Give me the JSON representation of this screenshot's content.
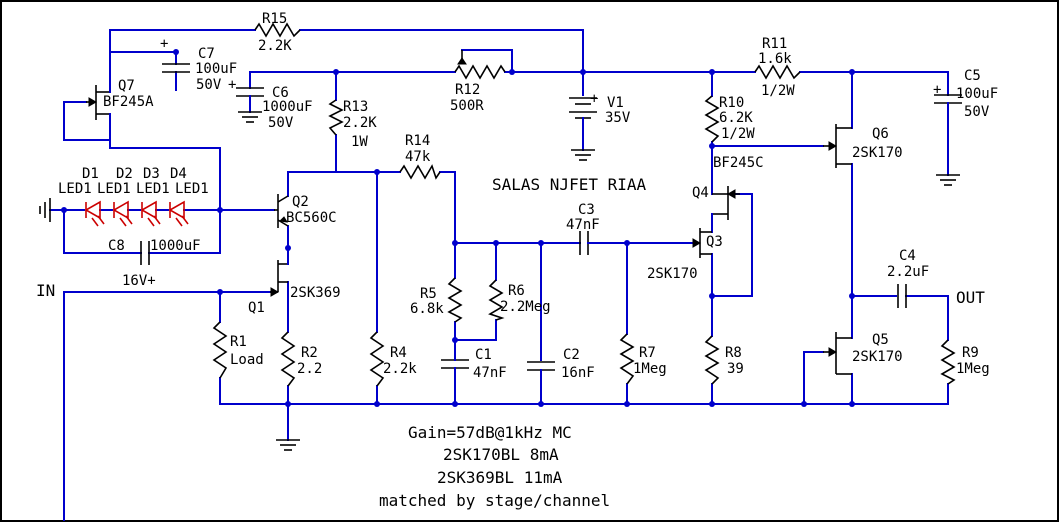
{
  "title": "SALAS NJFET RIAA",
  "ports": {
    "in": "IN",
    "out": "OUT"
  },
  "components": {
    "R15": {
      "ref": "R15",
      "value": "2.2K"
    },
    "C7": {
      "ref": "C7",
      "value": "100uF",
      "rating": "50V"
    },
    "Q7": {
      "ref": "Q7",
      "part": "BF245A"
    },
    "C6": {
      "ref": "C6",
      "value": "1000uF",
      "rating": "50V"
    },
    "R13": {
      "ref": "R13",
      "value": "2.2K",
      "rating": "1W"
    },
    "R12": {
      "ref": "R12",
      "value": "500R"
    },
    "V1": {
      "ref": "V1",
      "value": "35V"
    },
    "R11": {
      "ref": "R11",
      "value": "1.6k",
      "rating": "1/2W"
    },
    "C5": {
      "ref": "C5",
      "value": "100uF",
      "rating": "50V"
    },
    "R10": {
      "ref": "R10",
      "value": "6.2K",
      "rating": "1/2W"
    },
    "Q4": {
      "ref": "Q4",
      "part": "BF245C"
    },
    "Q6": {
      "ref": "Q6",
      "part": "2SK170"
    },
    "R14": {
      "ref": "R14",
      "value": "47k"
    },
    "D1": {
      "ref": "D1",
      "part": "LED1"
    },
    "D2": {
      "ref": "D2",
      "part": "LED1"
    },
    "D3": {
      "ref": "D3",
      "part": "LED1"
    },
    "D4": {
      "ref": "D4",
      "part": "LED1"
    },
    "Q2": {
      "ref": "Q2",
      "part": "BC560C"
    },
    "C8": {
      "ref": "C8",
      "value": "1000uF",
      "rating": "16V+"
    },
    "C3": {
      "ref": "C3",
      "value": "47nF"
    },
    "Q3": {
      "ref": "Q3",
      "part": "2SK170"
    },
    "Q1": {
      "ref": "Q1",
      "part": "2SK369"
    },
    "R5": {
      "ref": "R5",
      "value": "6.8k"
    },
    "R6": {
      "ref": "R6",
      "value": "2.2Meg"
    },
    "C4": {
      "ref": "C4",
      "value": "2.2uF"
    },
    "R1": {
      "ref": "R1",
      "value": "Load"
    },
    "R2": {
      "ref": "R2",
      "value": "2.2"
    },
    "R4": {
      "ref": "R4",
      "value": "2.2k"
    },
    "C1": {
      "ref": "C1",
      "value": "47nF"
    },
    "C2": {
      "ref": "C2",
      "value": "16nF"
    },
    "R7": {
      "ref": "R7",
      "value": "1Meg"
    },
    "R8": {
      "ref": "R8",
      "value": "39"
    },
    "Q5": {
      "ref": "Q5",
      "part": "2SK170"
    },
    "R9": {
      "ref": "R9",
      "value": "1Meg"
    }
  },
  "notes": [
    "Gain=57dB@1kHz MC",
    "2SK170BL 8mA",
    "2SK369BL 11mA",
    "matched by stage/channel"
  ],
  "colors": {
    "wire": "#0000cc",
    "led": "#cc0000",
    "part": "#000000"
  }
}
